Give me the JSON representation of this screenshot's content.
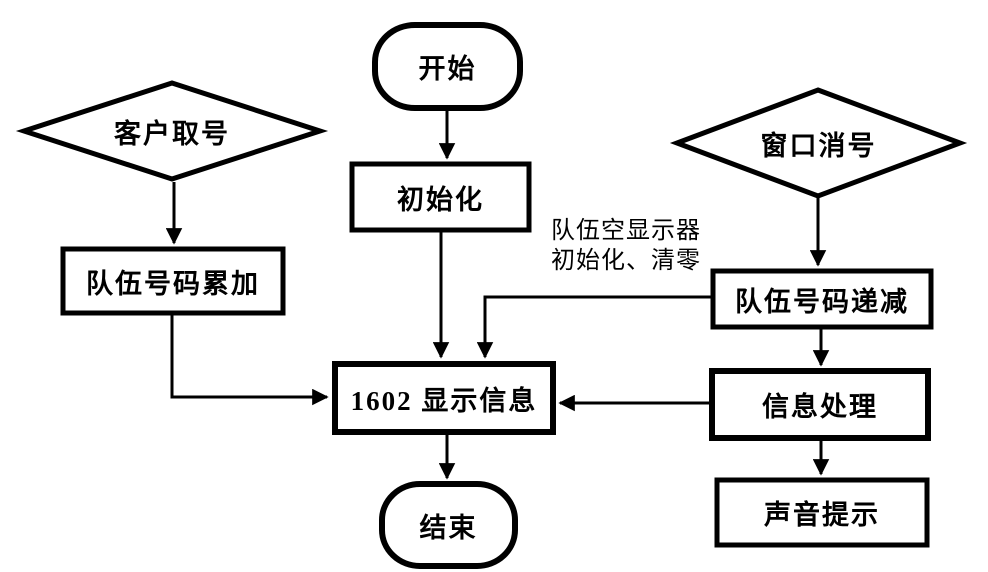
{
  "diagram_title": "queue-calling-system-flowchart",
  "colors": {
    "ink": "#000000",
    "paper": "#ffffff"
  },
  "nodes": {
    "start": "开始",
    "init": "初始化",
    "customer_take_number": "客户取号",
    "queue_number_increment": "队伍号码累加",
    "window_clear_number": "窗口消号",
    "queue_number_decrement": "队伍号码递减",
    "lcd1602_display": "1602 显示信息",
    "info_processing": "信息处理",
    "sound_prompt": "声音提示",
    "end": "结束"
  },
  "annotation": {
    "line1": "队伍空显示器",
    "line2": "初始化、清零"
  }
}
